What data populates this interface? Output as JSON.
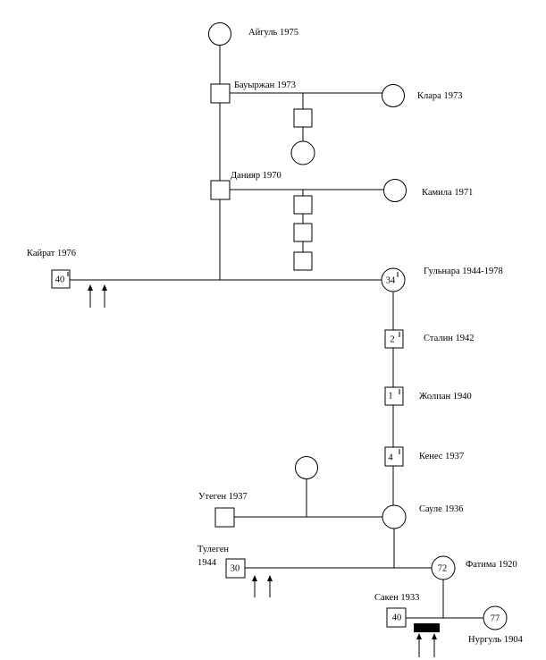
{
  "people": {
    "aigul": {
      "label": "Айгуль 1975"
    },
    "bauyrzhan": {
      "label": "Бауыржан 1973"
    },
    "klara": {
      "label": "Клара 1973"
    },
    "daniyar": {
      "label": "Данияр 1970"
    },
    "kamila": {
      "label": "Камила 1971"
    },
    "kairat": {
      "label": "Кайрат 1976",
      "number": "40"
    },
    "gulnara": {
      "label": "Гульнара 1944-1978",
      "number": "34"
    },
    "stalin": {
      "label": "Сталин 1942",
      "number": "2"
    },
    "zholpan": {
      "label": "Жолпан 1940",
      "number": "1"
    },
    "kenes": {
      "label": "Кенес 1937",
      "number": "4"
    },
    "utegen": {
      "label": "Утеген 1937"
    },
    "saule": {
      "label": "Сауле 1936"
    },
    "tulegen": {
      "label_line1": "Тулеген",
      "label_line2": "1944",
      "number": "30"
    },
    "fatima": {
      "label": "Фатима 1920",
      "number": "72"
    },
    "saken": {
      "label": "Сакен 1933",
      "number": "40"
    },
    "nurgul": {
      "label": "Нургуль 1904",
      "number": "77"
    }
  }
}
